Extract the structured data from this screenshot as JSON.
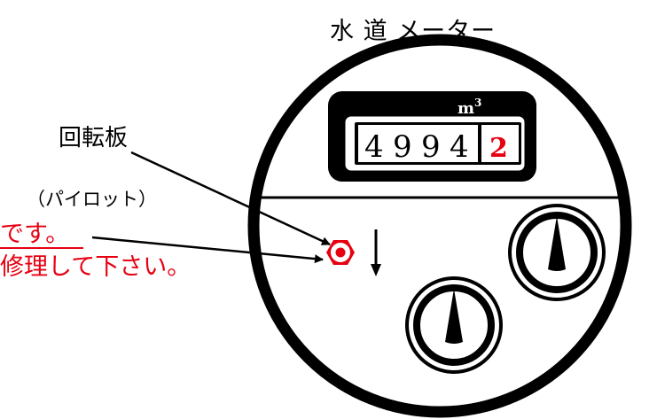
{
  "meter": {
    "title": "水 道 メーター",
    "unit_base": "m",
    "unit_exp": "3",
    "odometer_digits": [
      "4",
      "9",
      "9",
      "4"
    ],
    "odometer_last_digit": "2"
  },
  "labels": {
    "rotor": "回転板",
    "pilot": "（パイロット）",
    "note_line1": "です。",
    "note_line2": "修理して下さい。"
  },
  "colors": {
    "ink": "#000000",
    "accent": "#e60012",
    "paper": "#ffffff"
  },
  "icons": {
    "pilot": "hexagon-pilot-icon",
    "flow": "down-arrow-icon",
    "dial": "needle-dial-icon"
  }
}
